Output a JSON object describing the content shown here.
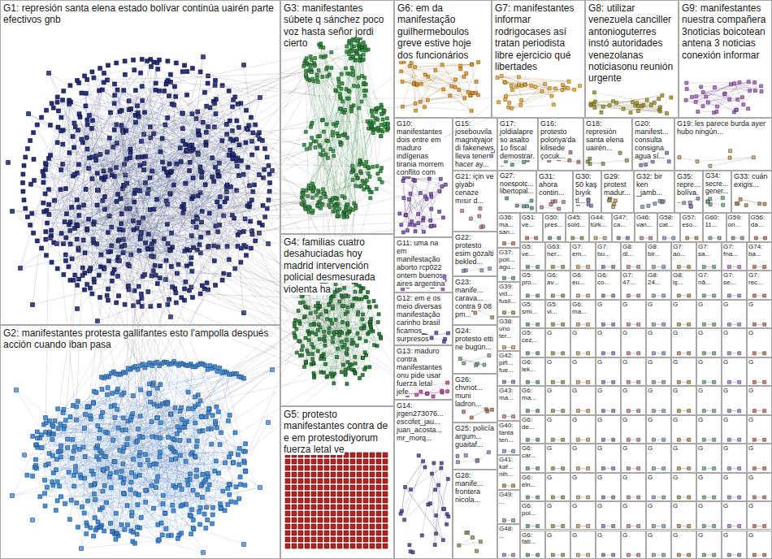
{
  "diagram": {
    "nodes": [
      {
        "text": [
          "G1: represión santa elena estado bolívar continúa uairén parte efectivos gnb"
        ]
      },
      {
        "text": [
          "G2: manifestantes protesta gallifantes esto l'ampolla después acción cuando iban pasa"
        ]
      },
      {
        "text": [
          "G3: manifestantes súbete q sánchez poco voz hasta señor jordi cierto"
        ]
      },
      {
        "text": [
          "G4: familias cuatro desahuciadas hoy madrid intervención policial desmesurada violenta ha"
        ]
      },
      {
        "text": [
          "G5: protesto manifestantes contra de e em protestodiyorum fuerza letal ve"
        ]
      },
      {
        "text": [
          "G6: em da manifestação guilhermeboulos greve estive hoje dos funcionários"
        ]
      },
      {
        "text": [
          "G7: manifestantes informar rodrigocases así tratan periodista libre ejercicio qué libertades"
        ]
      },
      {
        "text": [
          "G8: utilizar venezuela canciller antonioguterres instó autoridades venezolanas noticiasonu reunión urgente"
        ]
      },
      {
        "text": [
          "G9: manifestantes nuestra compañera 3noticias boicotean antena 3 noticias conexión informar"
        ]
      },
      {
        "text": [
          "G10: manifestantes dois entre em maduro indígenas tirania morrem conflito com"
        ]
      },
      {
        "text": [
          "G11: uma na em manifestação aborto rcp022 ontem buenos aires argentina"
        ]
      },
      {
        "text": [
          "G12: em e os meio diversas manifestação carinho brasil ficamos surpresos"
        ]
      },
      {
        "text": [
          "G13: maduro contra manifestantes onu pide usar fuerza letal jefe..."
        ]
      },
      {
        "text": [
          "G14: jrgen273076... escofet_jau... juan_acosta... mr_morq..."
        ]
      },
      {
        "text": [
          "G15: josebouvila magnityajordi fakenews lleva tener hacer ay..."
        ]
      },
      {
        "text": [
          "G16: protesto polonya'da kilisede çocuk..."
        ]
      },
      {
        "text": [
          "G17: joldialapreso asalto 1o fiscal demostrar..."
        ]
      },
      {
        "text": [
          "G18: represión santa elena uairén..."
        ]
      },
      {
        "text": [
          "G19: les parece burda ayer hubo ningún..."
        ]
      },
      {
        "text": [
          "G20: manifest... consulta consigna agua sí..."
        ]
      },
      {
        "text": [
          "G21: için ve giyabi cenaze mısır d..."
        ]
      },
      {
        "text": [
          "G22: protesto esim gözalti bekled..."
        ]
      },
      {
        "text": [
          "G23: manife... carava... contra 9 08 pm..."
        ]
      },
      {
        "text": [
          "G24: protesto etti ne bugün..."
        ]
      },
      {
        "text": [
          "G25: policía argum... guaitaf..."
        ]
      },
      {
        "text": [
          "G26: chvnot... muni ladron..."
        ]
      },
      {
        "text": [
          "G27: noespotc... libertopal..."
        ]
      },
      {
        "text": [
          "G28: manife... frontera nicola..."
        ]
      },
      {
        "text": [
          "G29: protest madur..."
        ]
      },
      {
        "text": [
          "G30: 50 kaş bıyık tl..."
        ]
      },
      {
        "text": [
          "G31: ahora contin..."
        ]
      },
      {
        "text": [
          "G32: bir ken _jamb..."
        ]
      },
      {
        "text": [
          "G33: cuán exigis..."
        ]
      },
      {
        "text": [
          "G34: secre... gener..."
        ]
      },
      {
        "text": [
          "G35: repre... bolíva..."
        ]
      },
      {
        "text": [
          "G36: ma... san..."
        ]
      },
      {
        "text": [
          "G37: polí... agu..."
        ]
      },
      {
        "text": [
          "G39: vid... fusil..."
        ]
      },
      {
        "text": [
          "G38: uno ter..."
        ]
      },
      {
        "text": [
          "G42: piñ... fue..."
        ]
      },
      {
        "text": [
          "G43: ma..."
        ]
      },
      {
        "text": [
          "G40: tanta ten..."
        ]
      },
      {
        "text": [
          "G41: kaf... nih..."
        ]
      },
      {
        "text": [
          "G49: ..."
        ]
      },
      {
        "text": [
          "G48: ..."
        ]
      },
      {
        "text": [
          "G51: ve..."
        ]
      },
      {
        "text": [
          "G50: pres..."
        ]
      },
      {
        "text": [
          "G45: sold..."
        ]
      },
      {
        "text": [
          "G44: türk..."
        ]
      },
      {
        "text": [
          "G47: ca..."
        ]
      },
      {
        "text": [
          "G46: van..."
        ]
      },
      {
        "text": [
          "G58: cat..."
        ]
      },
      {
        "text": [
          "G57: eso..."
        ]
      },
      {
        "text": [
          "G60: 11..."
        ]
      },
      {
        "text": [
          "G59: on..."
        ]
      },
      {
        "text": [
          "G56: da..."
        ]
      },
      {
        "text": [
          "G5: ve..."
        ]
      },
      {
        "text": [
          "G63: her..."
        ]
      },
      {
        "text": [
          "G7: em..."
        ]
      },
      {
        "text": [
          "G7: bu..."
        ]
      },
      {
        "text": [
          "G8: dl..."
        ]
      },
      {
        "text": [
          "G8: bir..."
        ]
      },
      {
        "text": [
          "G7: ao..."
        ]
      },
      {
        "text": [
          "G7: sa..."
        ]
      },
      {
        "text": [
          "G7: fna..."
        ]
      },
      {
        "text": [
          "G74: ba..."
        ]
      },
      {
        "text": [
          "G5: pro..."
        ]
      },
      {
        "text": [
          "G6: av..."
        ]
      },
      {
        "text": [
          "G6: eu..."
        ]
      },
      {
        "text": [
          "G6: co..."
        ]
      },
      {
        "text": [
          "G7: 47..."
        ]
      },
      {
        "text": [
          "G8: 24..."
        ]
      },
      {
        "text": [
          "G8: iş..."
        ]
      },
      {
        "text": [
          "G7: nã..."
        ]
      },
      {
        "text": [
          "G7: se..."
        ]
      },
      {
        "text": [
          "G7: rec..."
        ]
      },
      {
        "text": [
          "G5: smi..."
        ]
      },
      {
        "text": [
          "G5: vi..."
        ]
      },
      {
        "text": [
          "G6: ma..."
        ]
      },
      {
        "text": [
          "G"
        ]
      },
      {
        "text": [
          "G"
        ]
      },
      {
        "text": [
          "G"
        ]
      },
      {
        "text": [
          "G"
        ]
      },
      {
        "text": [
          "G"
        ]
      },
      {
        "text": [
          "G"
        ]
      },
      {
        "text": [
          "G"
        ]
      },
      {
        "text": [
          "G5: cez..."
        ]
      },
      {
        "text": [
          "G"
        ]
      },
      {
        "text": [
          "G"
        ]
      },
      {
        "text": [
          "G"
        ]
      },
      {
        "text": [
          "G"
        ]
      },
      {
        "text": [
          "G"
        ]
      },
      {
        "text": [
          "G"
        ]
      },
      {
        "text": [
          "G"
        ]
      },
      {
        "text": [
          "G"
        ]
      },
      {
        "text": [
          "G"
        ]
      },
      {
        "text": [
          "G6: lek..."
        ]
      },
      {
        "text": [
          "G"
        ]
      },
      {
        "text": [
          "G"
        ]
      },
      {
        "text": [
          "G"
        ]
      },
      {
        "text": [
          "G"
        ]
      },
      {
        "text": [
          "G"
        ]
      },
      {
        "text": [
          "G"
        ]
      },
      {
        "text": [
          "G"
        ]
      },
      {
        "text": [
          "G"
        ]
      },
      {
        "text": [
          "G"
        ]
      },
      {
        "text": [
          "G6: ma..."
        ]
      },
      {
        "text": [
          "G"
        ]
      },
      {
        "text": [
          "G"
        ]
      },
      {
        "text": [
          "G"
        ]
      },
      {
        "text": [
          "G"
        ]
      },
      {
        "text": [
          "G"
        ]
      },
      {
        "text": [
          "G"
        ]
      },
      {
        "text": [
          "G"
        ]
      },
      {
        "text": [
          "G"
        ]
      },
      {
        "text": [
          "G"
        ]
      },
      {
        "text": [
          "G6: de..."
        ]
      },
      {
        "text": [
          "G"
        ]
      },
      {
        "text": [
          "G"
        ]
      },
      {
        "text": [
          "G"
        ]
      },
      {
        "text": [
          "G"
        ]
      },
      {
        "text": [
          "G"
        ]
      },
      {
        "text": [
          "G"
        ]
      },
      {
        "text": [
          "G"
        ]
      },
      {
        "text": [
          "G"
        ]
      },
      {
        "text": [
          "G"
        ]
      },
      {
        "text": [
          "G6: car..."
        ]
      },
      {
        "text": [
          "G"
        ]
      },
      {
        "text": [
          "G"
        ]
      },
      {
        "text": [
          "G"
        ]
      },
      {
        "text": [
          "G"
        ]
      },
      {
        "text": [
          "G"
        ]
      },
      {
        "text": [
          "G"
        ]
      },
      {
        "text": [
          "G"
        ]
      },
      {
        "text": [
          "G"
        ]
      },
      {
        "text": [
          "G"
        ]
      },
      {
        "text": [
          "G6: eln..."
        ]
      },
      {
        "text": [
          "G"
        ]
      },
      {
        "text": [
          "G"
        ]
      },
      {
        "text": [
          "G"
        ]
      },
      {
        "text": [
          "G"
        ]
      },
      {
        "text": [
          "G"
        ]
      },
      {
        "text": [
          "G"
        ]
      },
      {
        "text": [
          "G"
        ]
      },
      {
        "text": [
          "G"
        ]
      },
      {
        "text": [
          "G"
        ]
      },
      {
        "text": [
          "G6: pol..."
        ]
      },
      {
        "text": [
          "G"
        ]
      },
      {
        "text": [
          "G"
        ]
      },
      {
        "text": [
          "G"
        ]
      },
      {
        "text": [
          "G"
        ]
      },
      {
        "text": [
          "G"
        ]
      },
      {
        "text": [
          "G"
        ]
      },
      {
        "text": [
          "G"
        ]
      },
      {
        "text": [
          "G"
        ]
      },
      {
        "text": [
          "G"
        ]
      },
      {
        "text": [
          "G6: fati..."
        ]
      },
      {
        "text": [
          "G"
        ]
      },
      {
        "text": [
          "G"
        ]
      },
      {
        "text": [
          "G"
        ]
      },
      {
        "text": [
          "G"
        ]
      },
      {
        "text": [
          "G"
        ]
      },
      {
        "text": [
          "G"
        ]
      },
      {
        "text": [
          "G"
        ]
      },
      {
        "text": [
          "G"
        ]
      },
      {
        "text": [
          "G"
        ]
      }
    ]
  }
}
